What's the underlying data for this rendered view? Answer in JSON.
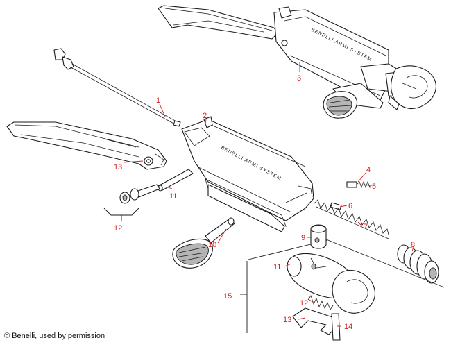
{
  "engraving": "BENELLI ARMI SYSTEM",
  "credit": "© Benelli, used by permission",
  "callouts": [
    {
      "id": "1",
      "label": "1"
    },
    {
      "id": "2",
      "label": "2"
    },
    {
      "id": "3",
      "label": "3"
    },
    {
      "id": "4",
      "label": "4"
    },
    {
      "id": "5",
      "label": "5"
    },
    {
      "id": "6",
      "label": "6"
    },
    {
      "id": "7",
      "label": "7"
    },
    {
      "id": "8",
      "label": "8"
    },
    {
      "id": "9",
      "label": "9"
    },
    {
      "id": "10",
      "label": "10"
    },
    {
      "id": "11a",
      "label": "11"
    },
    {
      "id": "11b",
      "label": "11"
    },
    {
      "id": "12a",
      "label": "12"
    },
    {
      "id": "12b",
      "label": "12"
    },
    {
      "id": "13a",
      "label": "13"
    },
    {
      "id": "13b",
      "label": "13"
    },
    {
      "id": "14",
      "label": "14"
    },
    {
      "id": "15",
      "label": "15"
    }
  ],
  "colors": {
    "callout": "#d62020",
    "line": "#1a1a1a",
    "shade": "#b5b5b5"
  }
}
